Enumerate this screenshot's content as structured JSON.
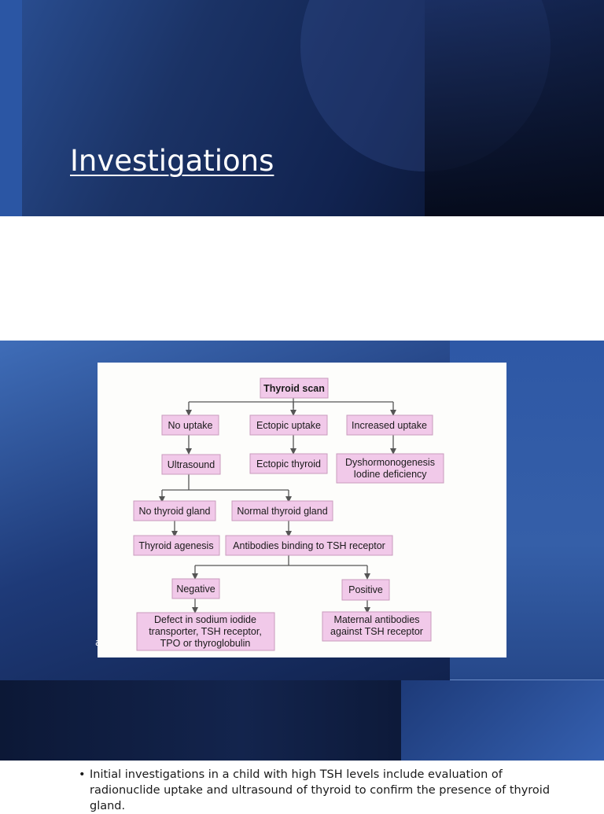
{
  "slide1": {
    "title": "Investigations"
  },
  "slide2": {
    "cut_text": "al",
    "diagram": {
      "nodes": {
        "thyroid_scan": "Thyroid scan",
        "no_uptake": "No uptake",
        "ectopic_uptake": "Ectopic uptake",
        "increased_uptake": "Increased uptake",
        "ultrasound": "Ultrasound",
        "ectopic_thyroid": "Ectopic thyroid",
        "dyshormonogenesis_l1": "Dyshormonogenesis",
        "dyshormonogenesis_l2": "Iodine deficiency",
        "no_thyroid_gland": "No thyroid gland",
        "normal_thyroid_gland": "Normal thyroid gland",
        "thyroid_agenesis": "Thyroid agenesis",
        "antibodies": "Antibodies binding to TSH receptor",
        "negative": "Negative",
        "positive": "Positive",
        "defect_l1": "Defect in sodium iodide",
        "defect_l2": "transporter, TSH receptor,",
        "defect_l3": "TPO or thyroglobulin",
        "maternal_l1": "Maternal antibodies",
        "maternal_l2": "against TSH receptor"
      }
    }
  },
  "slide3": {
    "bullet": "Initial investigations in a child with high TSH levels include evaluation of radionuclide uptake and ultrasound of thyroid to confirm the presence of thyroid gland."
  }
}
